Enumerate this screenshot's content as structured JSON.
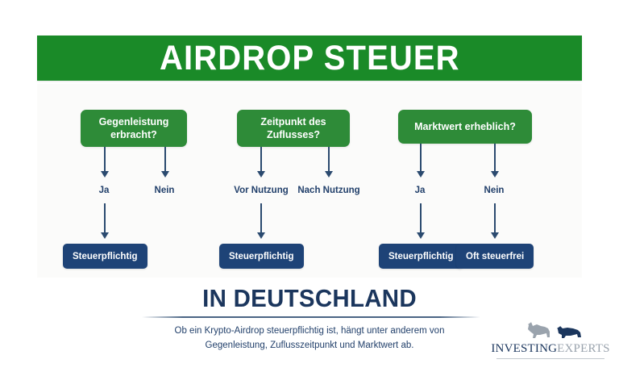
{
  "header": {
    "title": "AIRDROP STEUER",
    "banner_color": "#1a8a28"
  },
  "flow": {
    "decision_color": "#2e8b38",
    "result_color": "#1e4377",
    "connector_color": "#2b4a6f",
    "groups": [
      {
        "question": "Gegenleistung erbracht?",
        "question_line_1": "Gegenleistung",
        "question_line_2": "erbracht?",
        "branches": [
          {
            "label": "Ja",
            "result": "Steuerpflichtig"
          },
          {
            "label": "Nein",
            "result": ""
          }
        ]
      },
      {
        "question": "Zeitpunkt des Zuflusses?",
        "question_line_1": "Zeitpunkt des",
        "question_line_2": "Zuflusses?",
        "branches": [
          {
            "label": "Vor Nutzung",
            "result": "Steuerpflichtig"
          },
          {
            "label": "Nach Nutzung",
            "result": ""
          }
        ]
      },
      {
        "question": "Marktwert erheblich?",
        "question_line_1": "Marktwert erheblich?",
        "question_line_2": "",
        "branches": [
          {
            "label": "Ja",
            "result": "Steuerpflichtig"
          },
          {
            "label": "Nein",
            "result": "Oft steuerfrei"
          }
        ]
      }
    ]
  },
  "footer": {
    "heading": "IN DEUTSCHLAND",
    "description_line_1": "Ob ein Krypto-Airdrop steuerpflichtig ist, hängt unter anderem von",
    "description_line_2": "Gegenleistung, Zuflusszeitpunkt und Marktwert ab."
  },
  "logo": {
    "word_primary": "INVESTING",
    "word_secondary": "EXPERTS",
    "bull_color": "#9aa3ad",
    "bear_color": "#1b365d"
  }
}
